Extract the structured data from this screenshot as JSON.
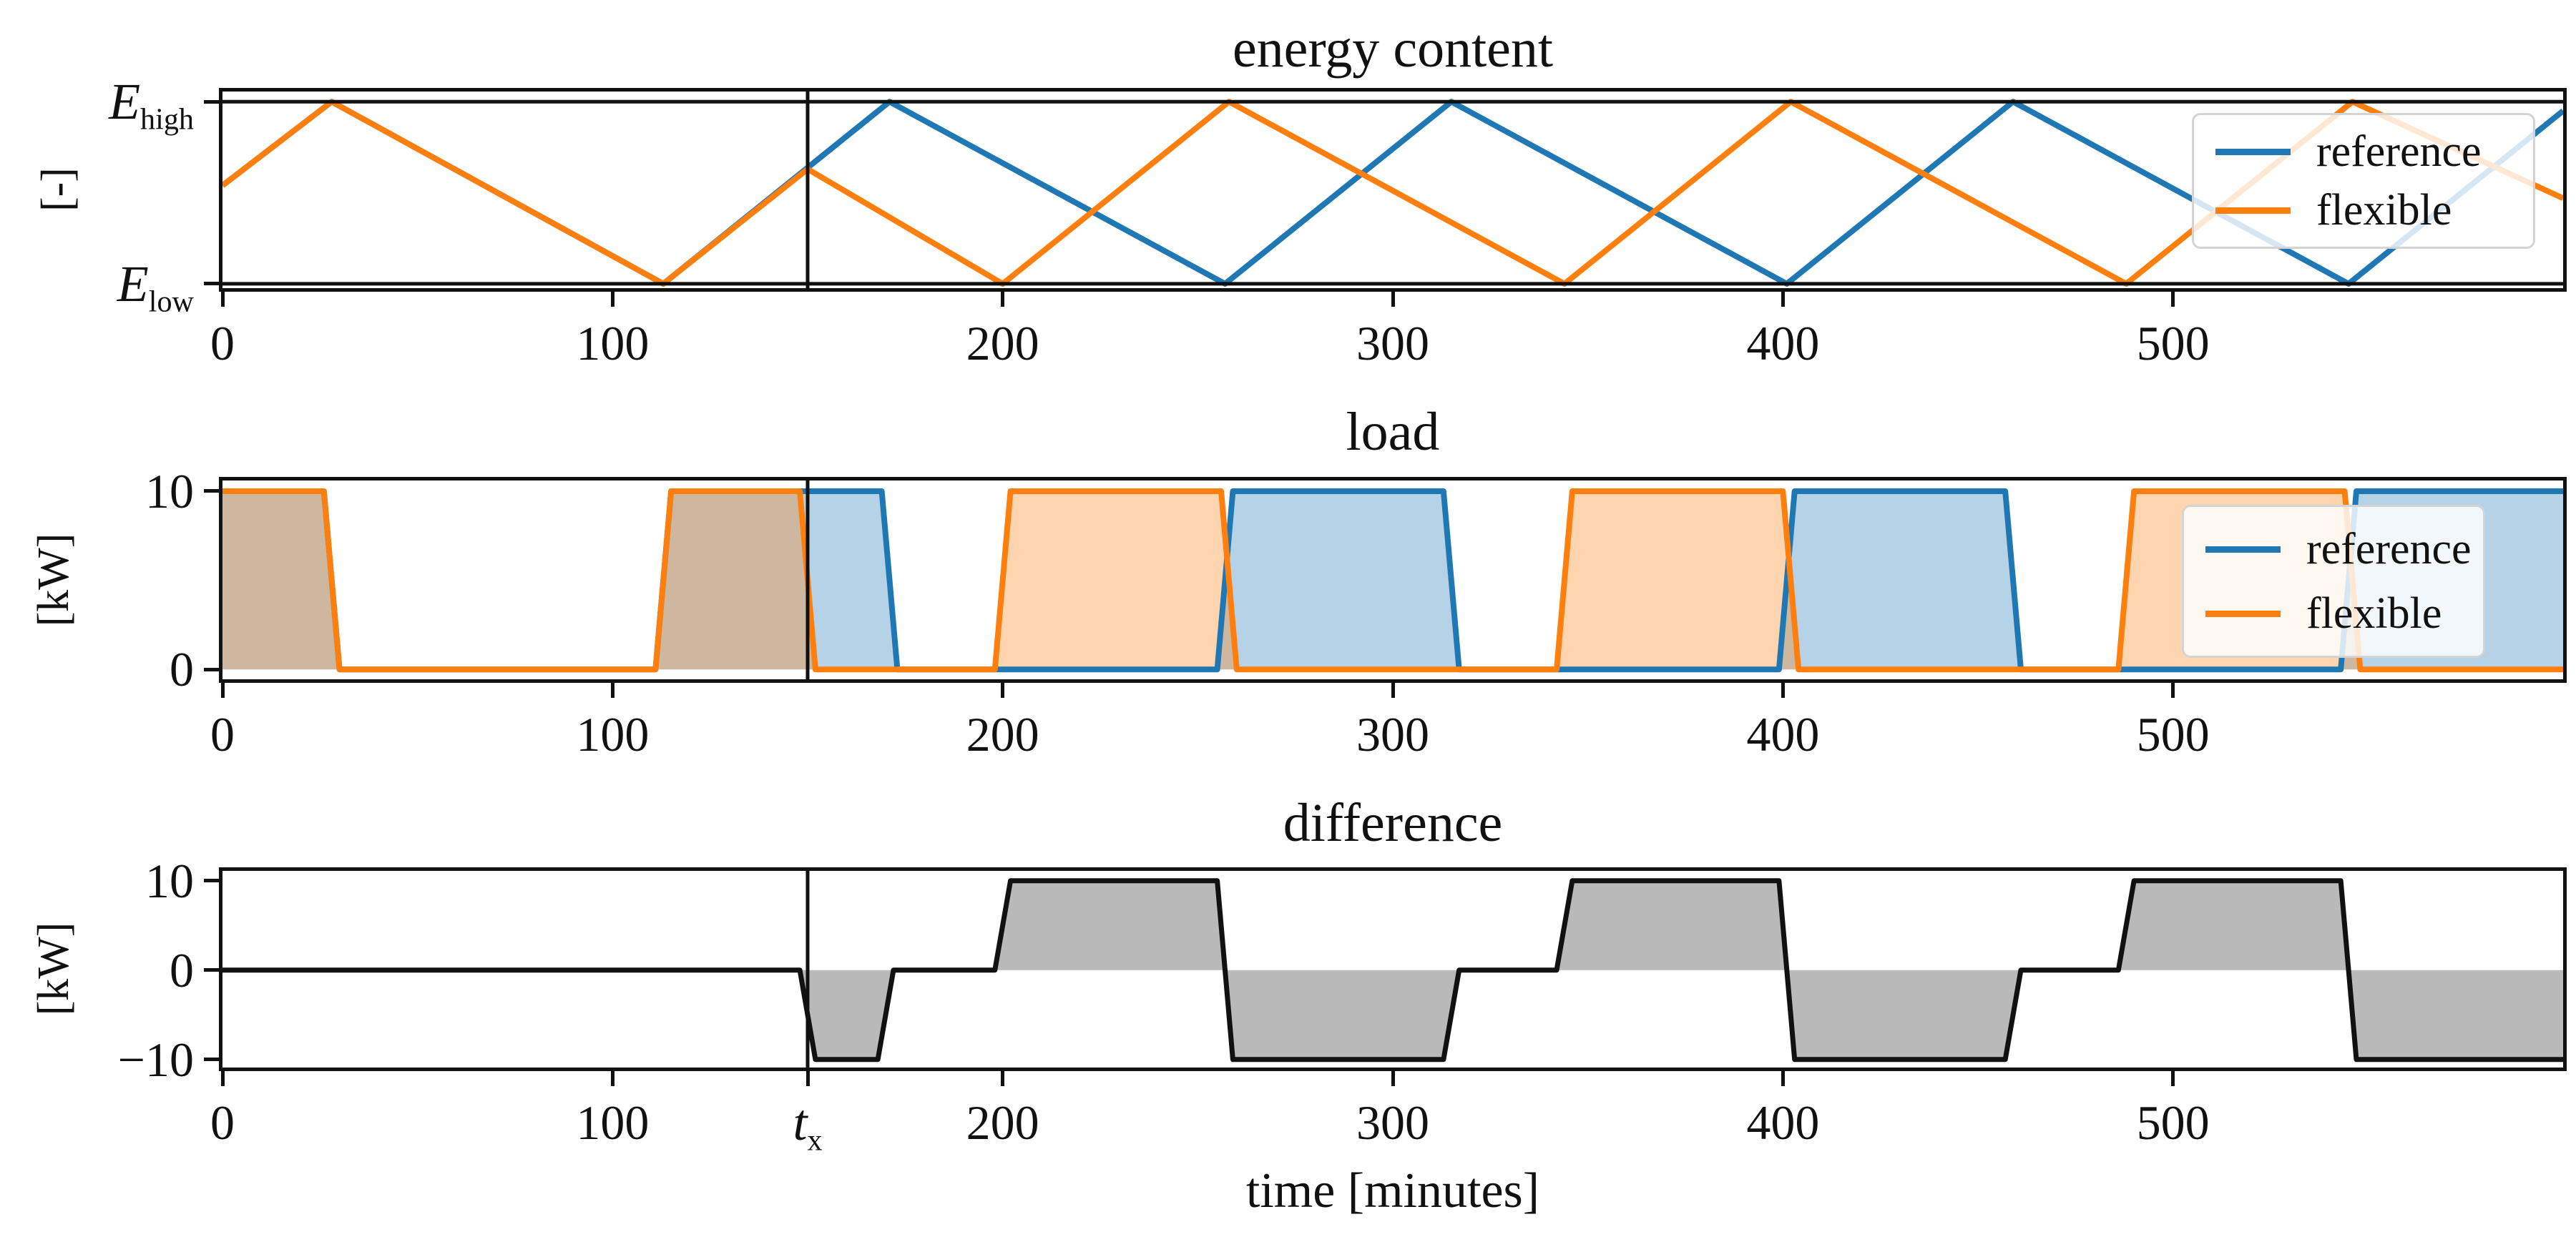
{
  "figure": {
    "background": "#ffffff",
    "axis_color": "#111111",
    "event_line_time": 150
  },
  "chart_data": {
    "xlabel": "time [minutes]",
    "panels": [
      {
        "id": "energy-content",
        "type": "line",
        "title": "energy content",
        "ylabel": "[-]",
        "xlim": [
          0,
          600
        ],
        "ylim": [
          -0.024,
          1.056
        ],
        "grid": false,
        "legend_position": "upper right",
        "xticks": [
          {
            "v": 0,
            "label": "0"
          },
          {
            "v": 100,
            "label": "100"
          },
          {
            "v": 200,
            "label": "200"
          },
          {
            "v": 300,
            "label": "300"
          },
          {
            "v": 400,
            "label": "400"
          },
          {
            "v": 500,
            "label": "500"
          }
        ],
        "yticks": [
          {
            "v": 1,
            "main": "E",
            "sub": "high"
          },
          {
            "v": 0,
            "main": "E",
            "sub": "low"
          }
        ],
        "hlines": [
          1,
          0
        ],
        "vline": 150,
        "series": [
          {
            "name": "reference",
            "color": "#1f77b4",
            "lw": 8,
            "points": [
              [
                0,
                0.54
              ],
              [
                28,
                1
              ],
              [
                113,
                0
              ],
              [
                171,
                1
              ],
              [
                257,
                0
              ],
              [
                315,
                1
              ],
              [
                401,
                0
              ],
              [
                459,
                1
              ],
              [
                545,
                0
              ],
              [
                600,
                0.95
              ]
            ]
          },
          {
            "name": "flexible",
            "color": "#ff7f0e",
            "lw": 8,
            "points": [
              [
                0,
                0.54
              ],
              [
                28,
                1
              ],
              [
                113,
                0
              ],
              [
                150,
                0.63
              ],
              [
                200,
                0
              ],
              [
                258,
                1
              ],
              [
                344,
                0
              ],
              [
                402,
                1
              ],
              [
                488,
                0
              ],
              [
                546,
                1
              ],
              [
                600,
                0.47
              ]
            ]
          }
        ]
      },
      {
        "id": "load",
        "type": "line",
        "title": "load",
        "ylabel": "[kW]",
        "xlim": [
          0,
          600
        ],
        "ylim": [
          -0.55,
          10.6
        ],
        "grid": false,
        "legend_position": "upper right",
        "xticks": [
          {
            "v": 0,
            "label": "0"
          },
          {
            "v": 100,
            "label": "100"
          },
          {
            "v": 200,
            "label": "200"
          },
          {
            "v": 300,
            "label": "300"
          },
          {
            "v": 400,
            "label": "400"
          },
          {
            "v": 500,
            "label": "500"
          }
        ],
        "yticks": [
          {
            "v": 10,
            "label": "10"
          },
          {
            "v": 0,
            "label": "0"
          }
        ],
        "hlines": [],
        "vline": 150,
        "series": [
          {
            "name": "reference",
            "color": "#1f77b4",
            "lw": 8,
            "fill": "#1f77b4",
            "fill_opacity": 0.33,
            "points": [
              [
                0,
                10
              ],
              [
                26,
                10
              ],
              [
                30,
                0
              ],
              [
                111,
                0
              ],
              [
                115,
                10
              ],
              [
                169,
                10
              ],
              [
                173,
                0
              ],
              [
                255,
                0
              ],
              [
                259,
                10
              ],
              [
                313,
                10
              ],
              [
                317,
                0
              ],
              [
                399,
                0
              ],
              [
                403,
                10
              ],
              [
                457,
                10
              ],
              [
                461,
                0
              ],
              [
                543,
                0
              ],
              [
                547,
                10
              ],
              [
                600,
                10
              ]
            ]
          },
          {
            "name": "flexible",
            "color": "#ff7f0e",
            "lw": 8,
            "fill": "#ff7f0e",
            "fill_opacity": 0.33,
            "points": [
              [
                0,
                10
              ],
              [
                26,
                10
              ],
              [
                30,
                0
              ],
              [
                111,
                0
              ],
              [
                115,
                10
              ],
              [
                148,
                10
              ],
              [
                152,
                0
              ],
              [
                198,
                0
              ],
              [
                202,
                10
              ],
              [
                256,
                10
              ],
              [
                260,
                0
              ],
              [
                342,
                0
              ],
              [
                346,
                10
              ],
              [
                400,
                10
              ],
              [
                404,
                0
              ],
              [
                486,
                0
              ],
              [
                490,
                10
              ],
              [
                544,
                10
              ],
              [
                548,
                0
              ],
              [
                600,
                0
              ]
            ]
          }
        ]
      },
      {
        "id": "difference",
        "type": "line",
        "title": "difference",
        "ylabel": "[kW]",
        "xlim": [
          0,
          600
        ],
        "ylim": [
          -10.9,
          11.1
        ],
        "grid": false,
        "xticks": [
          {
            "v": 0,
            "label": "0"
          },
          {
            "v": 100,
            "label": "100"
          },
          {
            "v": 150,
            "main": "t",
            "sub": "x"
          },
          {
            "v": 200,
            "label": "200"
          },
          {
            "v": 300,
            "label": "300"
          },
          {
            "v": 400,
            "label": "400"
          },
          {
            "v": 500,
            "label": "500"
          }
        ],
        "yticks": [
          {
            "v": 10,
            "label": "10"
          },
          {
            "v": 0,
            "label": "0"
          },
          {
            "v": -10,
            "label": "−10"
          }
        ],
        "hlines": [],
        "vline": 150,
        "series": [
          {
            "name": "difference",
            "color": "#111111",
            "lw": 7,
            "fill": "#7f7f7f",
            "fill_opacity": 0.55,
            "points": [
              [
                0,
                0
              ],
              [
                148,
                0
              ],
              [
                152,
                -10
              ],
              [
                168,
                -10
              ],
              [
                172,
                0
              ],
              [
                198,
                0
              ],
              [
                202,
                10
              ],
              [
                255,
                10
              ],
              [
                259,
                -10
              ],
              [
                313,
                -10
              ],
              [
                317,
                0
              ],
              [
                342,
                0
              ],
              [
                346,
                10
              ],
              [
                399,
                10
              ],
              [
                403,
                -10
              ],
              [
                457,
                -10
              ],
              [
                461,
                0
              ],
              [
                486,
                0
              ],
              [
                490,
                10
              ],
              [
                543,
                10
              ],
              [
                547,
                -10
              ],
              [
                600,
                -10
              ]
            ]
          }
        ]
      }
    ]
  }
}
